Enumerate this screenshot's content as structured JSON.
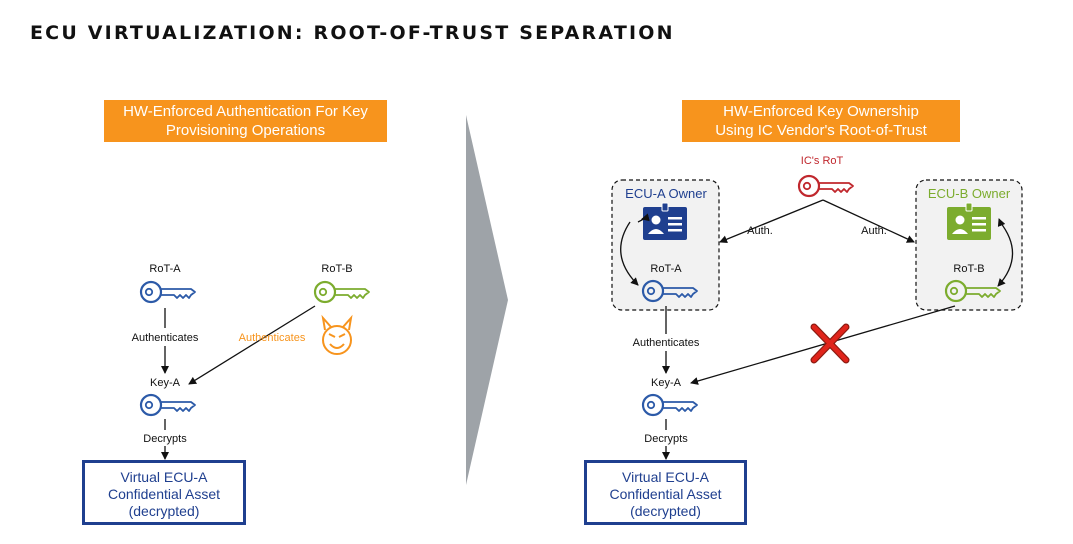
{
  "title": "ECU VIRTUALIZATION: ROOT-OF-TRUST SEPARATION",
  "left_panel": {
    "banner": [
      "HW-Enforced Authentication For Key",
      "Provisioning Operations"
    ],
    "rot_a_label": "RoT-A",
    "rot_b_label": "RoT-B",
    "authenticates_label": "Authenticates",
    "attacker_authenticates_label": "Authenticates",
    "key_a_label": "Key-A",
    "decrypts_label": "Decrypts",
    "asset": [
      "Virtual ECU-A",
      "Confidential Asset",
      "(decrypted)"
    ]
  },
  "right_panel": {
    "banner": [
      "HW-Enforced Key Ownership",
      "Using IC Vendor's Root-of-Trust"
    ],
    "ic_rot_label": "IC's RoT",
    "auth_left_label": "Auth.",
    "auth_right_label": "Auth.",
    "ecu_a_owner_label": "ECU-A Owner",
    "ecu_b_owner_label": "ECU-B Owner",
    "rot_a_label": "RoT-A",
    "rot_b_label": "RoT-B",
    "authenticates_label": "Authenticates",
    "key_a_label": "Key-A",
    "decrypts_label": "Decrypts",
    "asset": [
      "Virtual ECU-A",
      "Confidential Asset",
      "(decrypted)"
    ]
  },
  "colors": {
    "banner": "#f7941d",
    "navy": "#1f3f8f",
    "key_blue": "#2c5aa8",
    "key_green": "#7cac2e",
    "key_red": "#c0272d",
    "attacker": "#f7941d",
    "arrow_shape": "#9ea3a8"
  },
  "icons": [
    "key-icon",
    "devil-face-icon",
    "id-badge-icon",
    "cross-mark-icon",
    "chevron-arrow-icon"
  ]
}
